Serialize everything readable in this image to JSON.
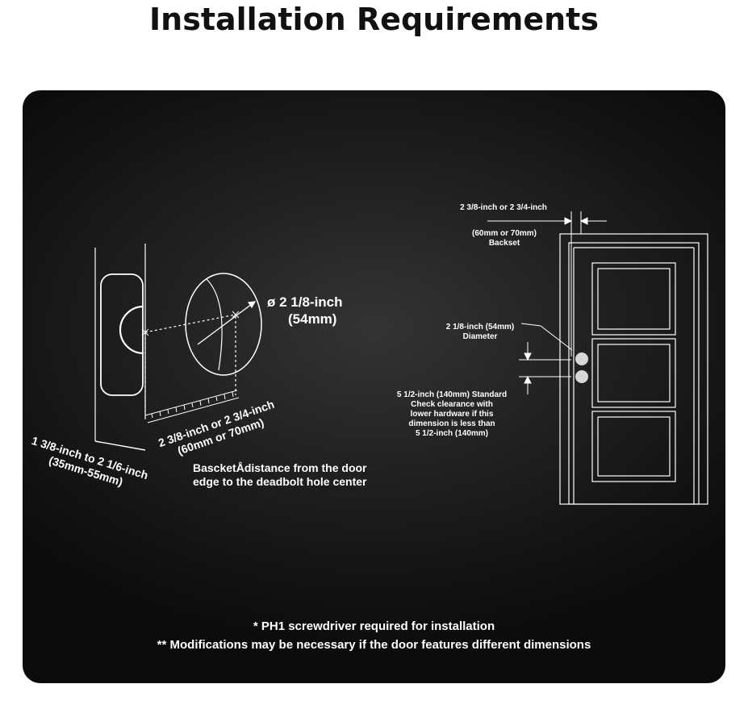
{
  "title": "Installation Requirements",
  "lock": {
    "diameter_line1": "ø 2 1/8-inch",
    "diameter_line2": "(54mm)",
    "backset_line1": "2 3/8-inch or 2 3/4-inch",
    "backset_line2": "(60mm or 70mm)",
    "thickness_line1": "1 3/8-inch to 2 1/6-inch",
    "thickness_line2": "(35mm-55mm)",
    "basket_line1": "BascketÅdistance from the door",
    "basket_line2": "edge to the deadbolt hole center"
  },
  "door": {
    "backset_top": "2 3/8-inch or 2 3/4-inch",
    "backset_mm": "(60mm or 70mm)",
    "backset_word": "Backset",
    "diameter_line1": "2 1/8-inch (54mm)",
    "diameter_line2": "Diameter",
    "standard_line1": "5 1/2-inch (140mm) Standard",
    "standard_line2": "Check clearance with",
    "standard_line3": "lower hardware if this",
    "standard_line4": "dimension is less than",
    "standard_line5": "5 1/2-inch (140mm)"
  },
  "footnotes": {
    "note1": "* PH1 screwdriver required for installation",
    "note2": "** Modifications may be necessary if the door features different dimensions"
  }
}
